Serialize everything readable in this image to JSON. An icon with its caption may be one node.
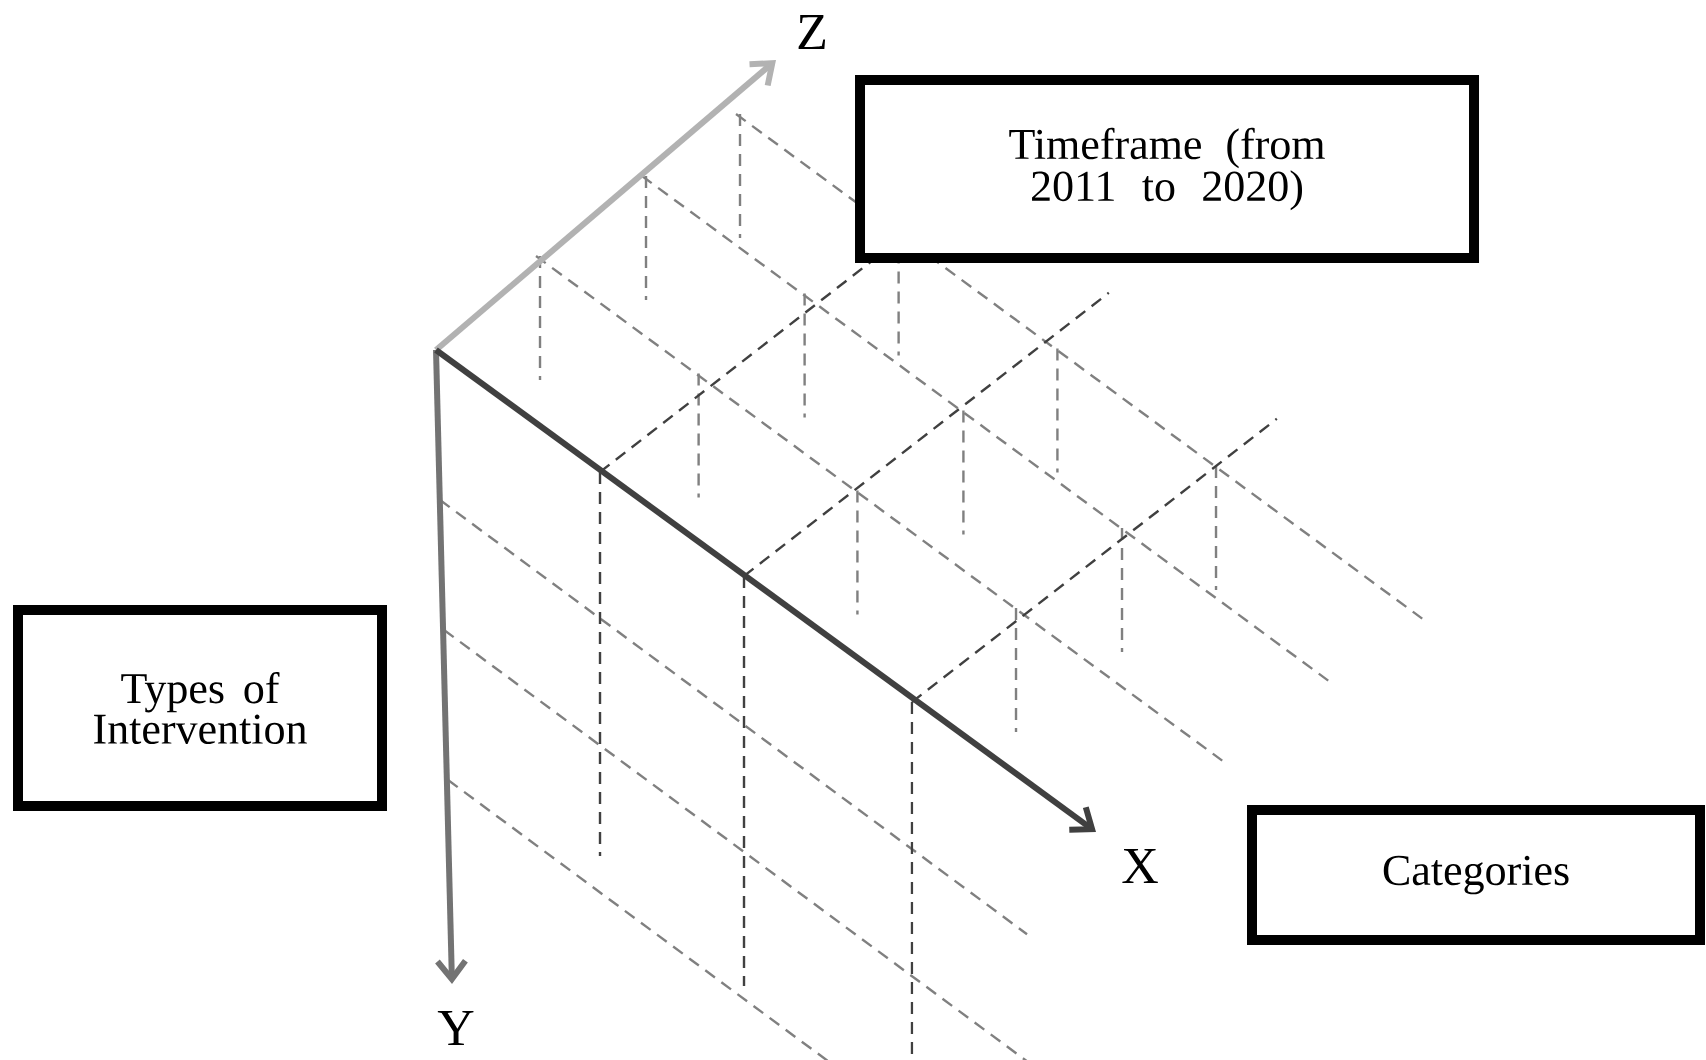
{
  "diagram": {
    "nodes": [
      {
        "text": [
          "Timeframe (from 2011 to 2020)"
        ]
      },
      {
        "text": [
          "Types of Intervention"
        ]
      },
      {
        "text": [
          "Categories"
        ]
      }
    ],
    "labels": [
      "Z",
      "X",
      "Y"
    ]
  }
}
